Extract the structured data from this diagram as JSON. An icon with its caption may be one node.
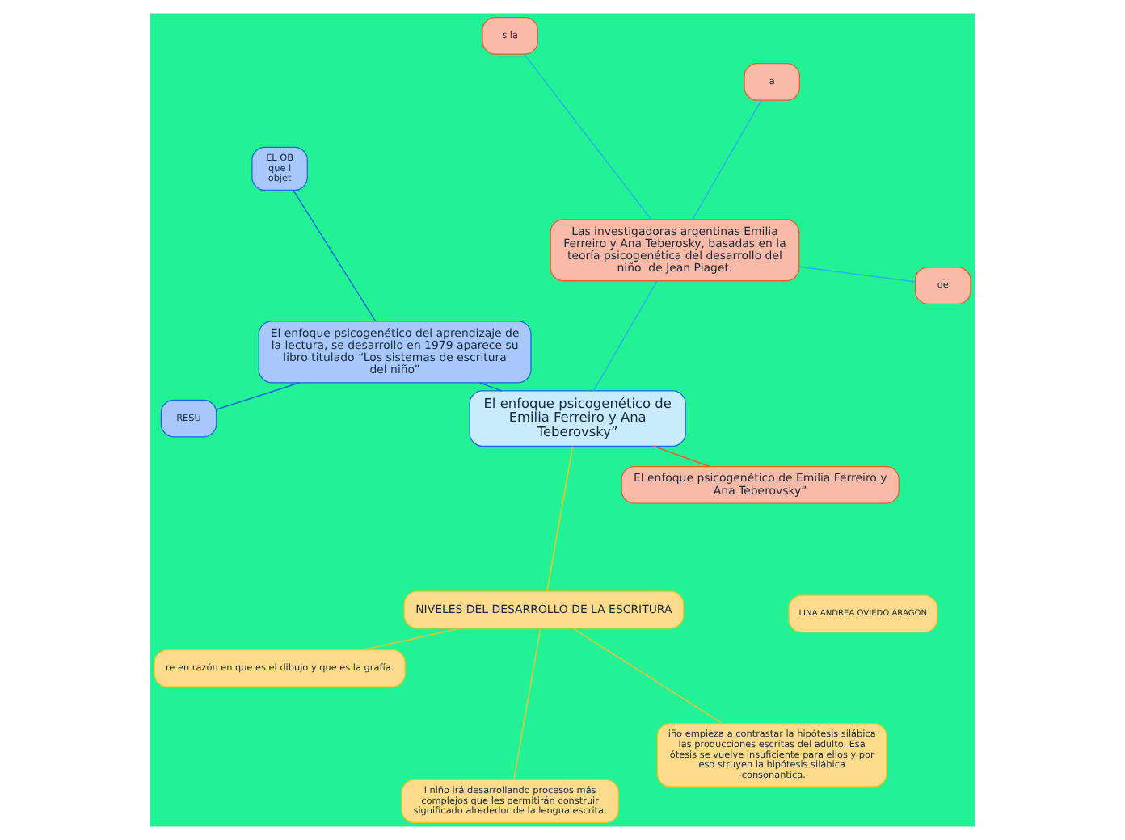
{
  "diagram": {
    "nodes": [
      {
        "text": [
          "El enfoque psicogenético de Emilia Ferreiro y Ana Teberovsky”"
        ]
      },
      {
        "text": [
          "Las investigadoras argentinas Emilia Ferreiro y Ana Teberosky, basadas en la teoría psicogenética del desarrollo del niño  de Jean Piaget."
        ]
      },
      {
        "text": [
          "de"
        ]
      },
      {
        "text": [
          "a"
        ]
      },
      {
        "text": [
          "s la"
        ]
      },
      {
        "text": [
          "El enfoque psicogenético del aprendizaje de la lectura, se desarrollo en 1979 aparece su libro titulado “Los sistemas de escritura del niño”"
        ]
      },
      {
        "text": [
          "EL OB que l objet"
        ]
      },
      {
        "text": [
          "RESU"
        ]
      },
      {
        "text": [
          "NIVELES DEL DESARROLLO DE LA ESCRITURA"
        ]
      },
      {
        "text": [
          "re en razón en que es el dibujo y que es la grafía."
        ]
      },
      {
        "text": [
          "l niño irá desarrollando procesos más complejos que les permitirán construir significado alrededor de la lengua escrita."
        ]
      },
      {
        "text": [
          "iño empieza a contrastar la hipótesis silábica las producciones escritas del adulto. Esa ótesis se vuelve insuficiente para ellos y por eso struyen la hipótesis silábica -consonántica."
        ]
      },
      {
        "text": [
          "El enfoque psicogenético de Emilia Ferreiro y Ana Teberovsky”"
        ]
      },
      {
        "text": [
          "LINA ANDREA OVIEDO ARAGON"
        ]
      }
    ],
    "edges": [
      {
        "from": 0,
        "to": 1,
        "arrow": "none",
        "color": "#25b4e6"
      },
      {
        "from": 0,
        "to": 5,
        "arrow": "none",
        "color": "#1c66e0"
      },
      {
        "from": 0,
        "to": 8,
        "arrow": "none",
        "color": "#f2c21c"
      },
      {
        "from": 0,
        "to": 12,
        "arrow": "none",
        "color": "#ee5a2a"
      },
      {
        "from": 1,
        "to": 2,
        "arrow": "none",
        "color": "#25b4e6"
      },
      {
        "from": 1,
        "to": 3,
        "arrow": "none",
        "color": "#25b4e6"
      },
      {
        "from": 1,
        "to": 4,
        "arrow": "none",
        "color": "#25b4e6"
      },
      {
        "from": 5,
        "to": 6,
        "arrow": "none",
        "color": "#1c66e0"
      },
      {
        "from": 5,
        "to": 7,
        "arrow": "none",
        "color": "#1c66e0"
      },
      {
        "from": 8,
        "to": 9,
        "arrow": "none",
        "color": "#e6c040"
      },
      {
        "from": 8,
        "to": 10,
        "arrow": "none",
        "color": "#e6c040"
      },
      {
        "from": 8,
        "to": 11,
        "arrow": "none",
        "color": "#e6c040"
      }
    ]
  }
}
